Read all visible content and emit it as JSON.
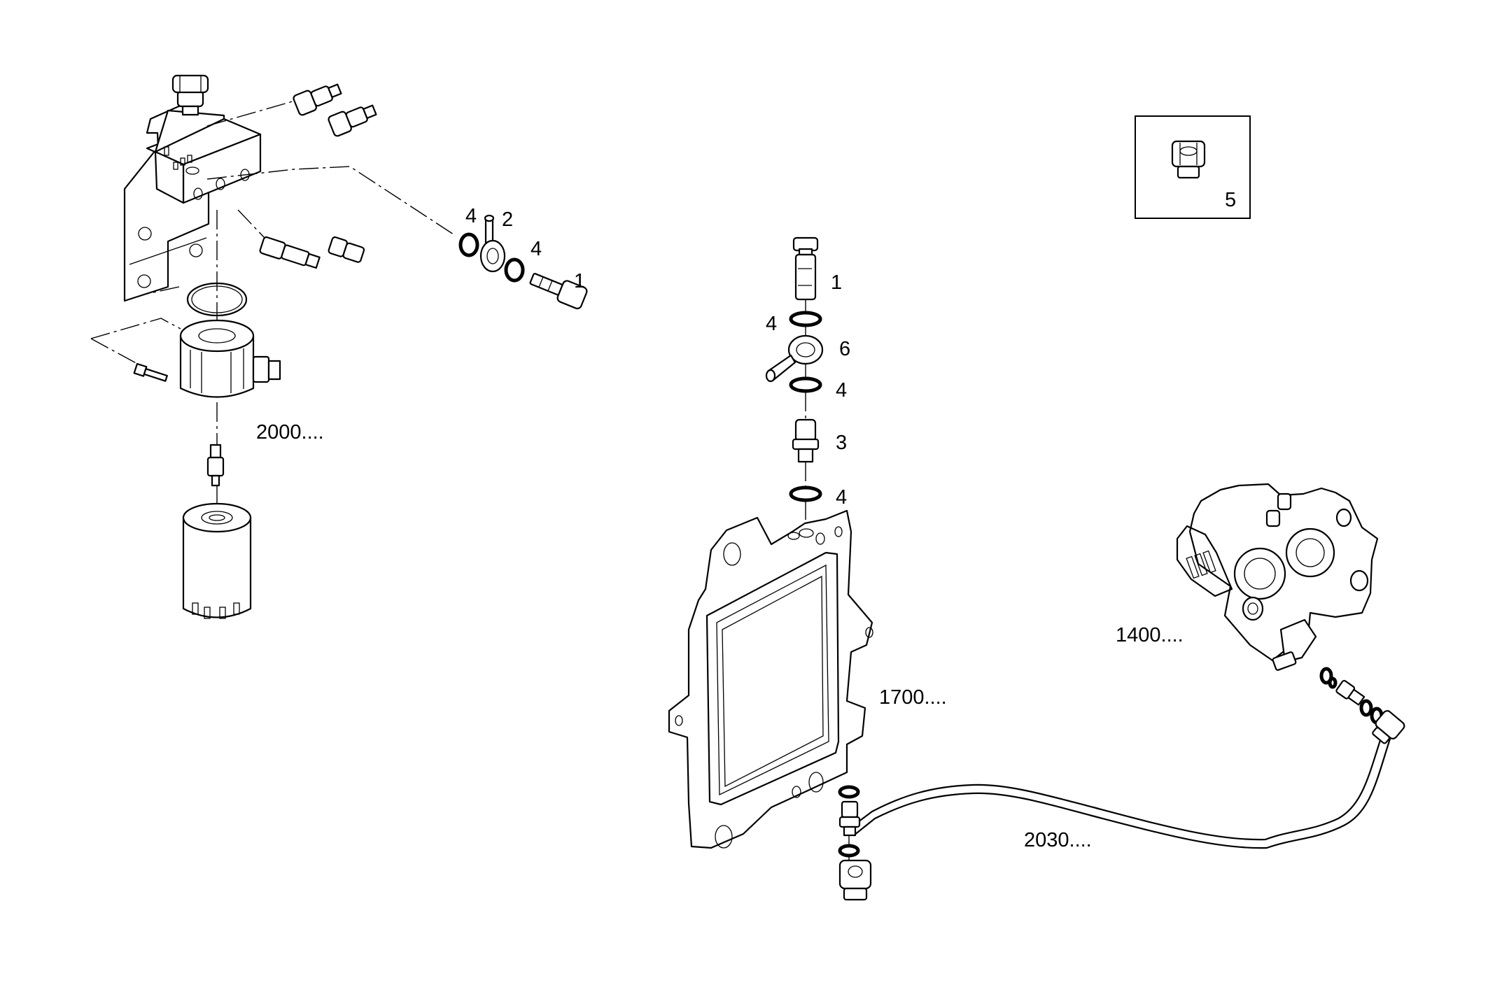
{
  "callouts": {
    "c_4a": "4",
    "c_2": "2",
    "c_4b": "4",
    "c_1a": "1",
    "c_1b": "1",
    "c_4c": "4",
    "c_6": "6",
    "c_4d": "4",
    "c_3": "3",
    "c_4e": "4",
    "c_5": "5"
  },
  "assemblies": {
    "a_2000": "2000....",
    "a_1700": "1700....",
    "a_1400": "1400....",
    "a_2030": "2030...."
  }
}
